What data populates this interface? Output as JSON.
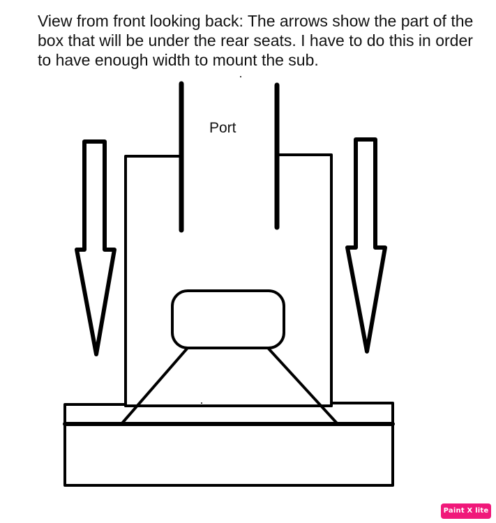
{
  "caption": "View from front looking back: The arrows show the part of the box that will be under the rear seats. I have to do this in order to have enough width to mount the sub.",
  "labels": {
    "port": "Port"
  },
  "watermark": "Paint X lite",
  "colors": {
    "stroke": "#000000",
    "background": "#ffffff",
    "watermark_bg": "#f0187a"
  }
}
